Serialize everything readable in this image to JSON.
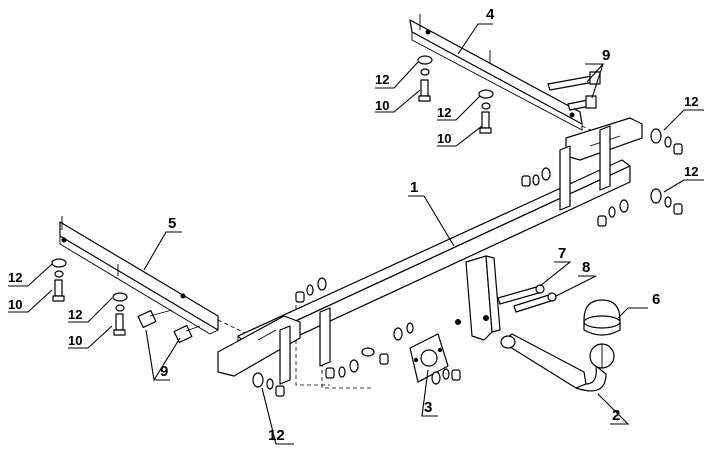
{
  "callouts": {
    "c1": "1",
    "c2": "2",
    "c3": "3",
    "c4": "4",
    "c5": "5",
    "c6": "6",
    "c7": "7",
    "c8": "8",
    "c9_top": "9",
    "c9_bottom": "9",
    "c10_top_a": "10",
    "c10_top_b": "10",
    "c10_left_a": "10",
    "c10_left_b": "10",
    "c12_top_a": "12",
    "c12_top_b": "12",
    "c12_right_a": "12",
    "c12_right_b": "12",
    "c12_left_a": "12",
    "c12_left_b": "12",
    "c12_bottom": "12"
  }
}
